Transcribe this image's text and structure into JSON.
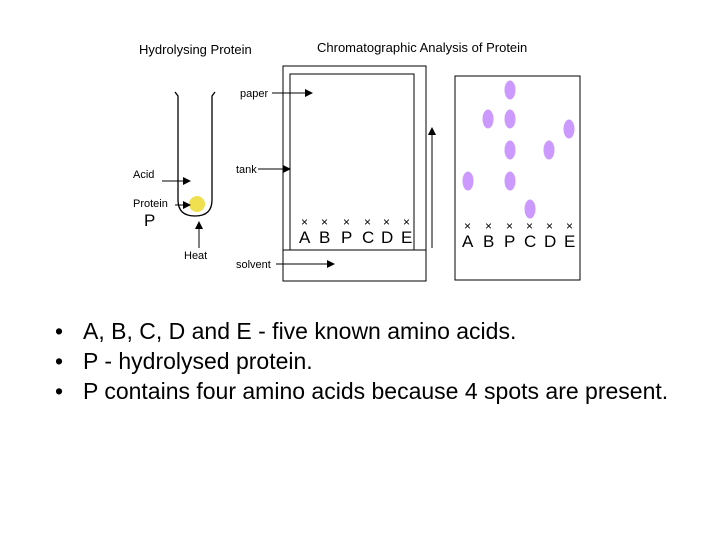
{
  "headings": {
    "left": "Hydrolysing Protein",
    "right": "Chromatographic Analysis of Protein"
  },
  "labels": {
    "paper": "paper",
    "tank": "tank",
    "solvent": "solvent",
    "acid": "Acid",
    "protein": "Protein",
    "p": "P",
    "heat": "Heat"
  },
  "lane_letters": [
    "A",
    "B",
    "P",
    "C",
    "D",
    "E"
  ],
  "cross_mark": "×",
  "colors": {
    "spot": "#cc99ff",
    "heated_spot": "#f0e050"
  },
  "bullet_char": "•",
  "bullets": [
    "A, B, C, D and E - five known amino acids.",
    "P - hydrolysed protein.",
    "P contains four amino acids because 4 spots are present."
  ]
}
